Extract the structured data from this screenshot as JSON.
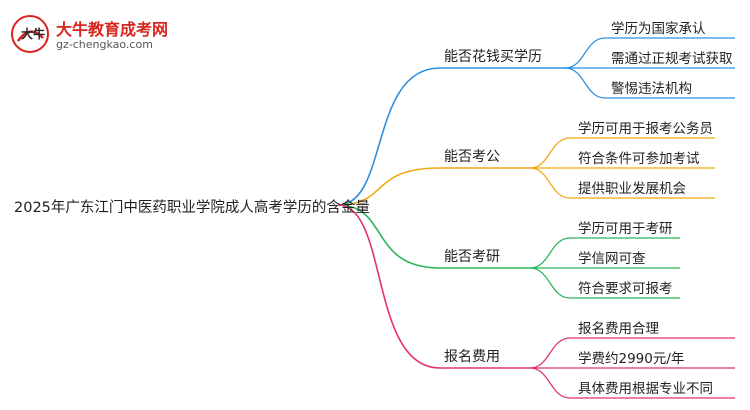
{
  "logo": {
    "title": "大牛教育成考网",
    "url_text": "gz-chengkao.com",
    "mark_text": "大牛"
  },
  "root": {
    "label": "2025年广东江门中医药职业学院成人高考学历的含金量"
  },
  "branches": [
    {
      "label": "能否花钱买学历",
      "color": "#2e8fe0",
      "leaves": [
        "学历为国家承认",
        "需通过正规考试获取",
        "警惕违法机构"
      ]
    },
    {
      "label": "能否考公",
      "color": "#f0a815",
      "leaves": [
        "学历可用于报考公务员",
        "符合条件可参加考试",
        "提供职业发展机会"
      ]
    },
    {
      "label": "能否考研",
      "color": "#2cb55a",
      "leaves": [
        "学历可用于考研",
        "学信网可查",
        "符合要求可报考"
      ]
    },
    {
      "label": "报名费用",
      "color": "#e2336e",
      "leaves": [
        "报名费用合理",
        "学费约2990元/年",
        "具体费用根据专业不同"
      ]
    }
  ]
}
